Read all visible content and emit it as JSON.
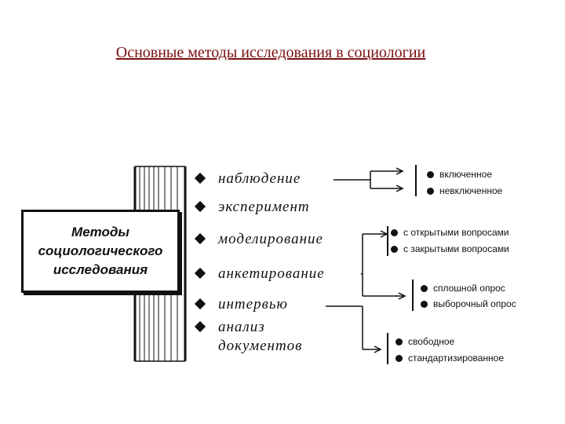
{
  "title": "Основные методы исследования в социологии",
  "main_box": {
    "line1": "Методы",
    "line2": "социологического",
    "line3": "исследования"
  },
  "methods": [
    "наблюдение",
    "эксперимент",
    "моделирование",
    "анкетирование",
    "интервью",
    "анализ",
    "документов"
  ],
  "observation_types": [
    "включенное",
    "невключенное"
  ],
  "questionnaire_types": [
    "с открытыми вопросами",
    "с закрытыми вопросами"
  ],
  "survey_types": [
    "сплошной опрос",
    "выборочный опрос"
  ],
  "interview_types": [
    "свободное",
    "стандартизированное"
  ]
}
